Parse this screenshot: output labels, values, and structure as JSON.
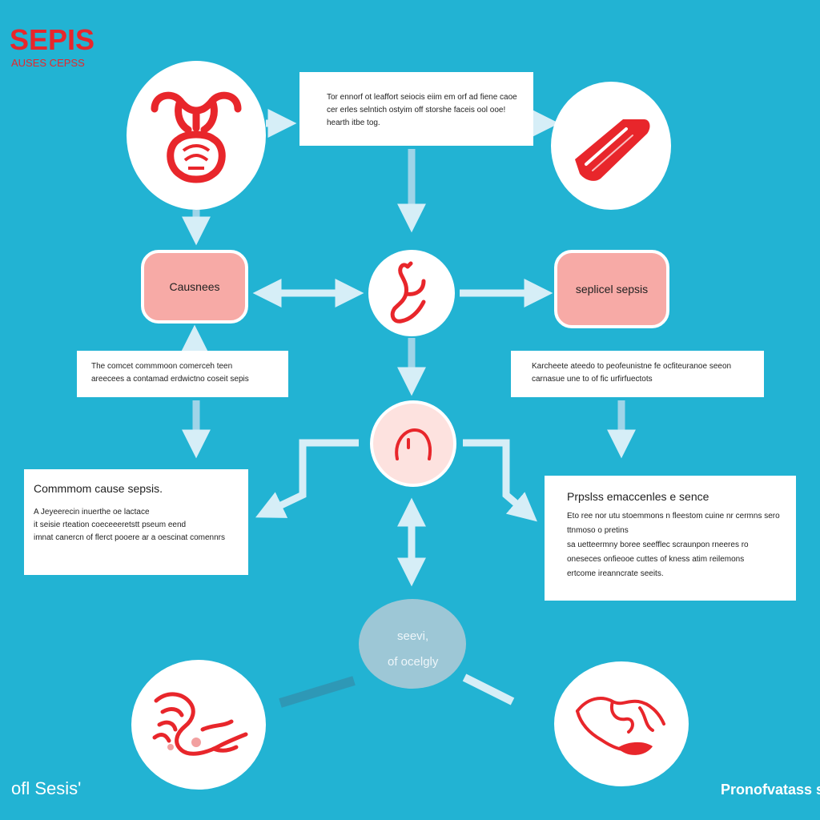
{
  "header": {
    "title": "SEPIS",
    "subtitle": "AUSES CEPSS"
  },
  "top_note": {
    "lines": [
      "Tor ennorf ot leaffort seiocis eiim em orf ad fiene caoe",
      "cer erles selntich ostyim off storshe faceis ool ooe!",
      "hearth itbe tog."
    ]
  },
  "pills": {
    "left": "Causnees",
    "right": "seplicel sepsis"
  },
  "left_note": {
    "lines": [
      "The comcet commmoon comerceh teen",
      "areecees a contamad erdwictno coseit sepis"
    ]
  },
  "right_note": {
    "lines": [
      "Karcheete ateedo to peofeunistne fe ocfiteuranoe seeon",
      "carnasue une to of fic urfirfuectots"
    ]
  },
  "cause_box": {
    "title": "Commmom cause sepsis.",
    "lines": [
      "A Jeyeerecin inuerthe oe lactace",
      "it seisie rteation coeceeeretstt pseum eend",
      "imnat canercn of flerct pooere ar a oescinat comennrs"
    ]
  },
  "process_box": {
    "title": "Prpslss emaccenles e sence",
    "lines": [
      "Eto ree nor utu stoemmons n fleestom cuine nr cermns sero",
      "ttnmoso o pretins",
      "sa uetteermny boree seefflec scraunpon rneeres ro",
      "oneseces onfieooe cuttes of kness atim reilemons",
      "ertcome ireanncrate seeits."
    ]
  },
  "bubble": {
    "lines": [
      "seevi,",
      "of ocelgly"
    ]
  },
  "footer": {
    "left": "ofl Sesis'",
    "right": "Pronofvatass se"
  },
  "icons": [
    "uterus-icon",
    "bandage-icon",
    "bacteria-hook-icon",
    "inflamed-cell-icon",
    "hands-icon",
    "map-patch-icon"
  ],
  "colors": {
    "background": "#22b3d3",
    "accent_red": "#e8262b",
    "pill_fill": "#f7aaa6",
    "arrow_fill": "#d6eef7",
    "bubble": "#a8c9d6"
  }
}
